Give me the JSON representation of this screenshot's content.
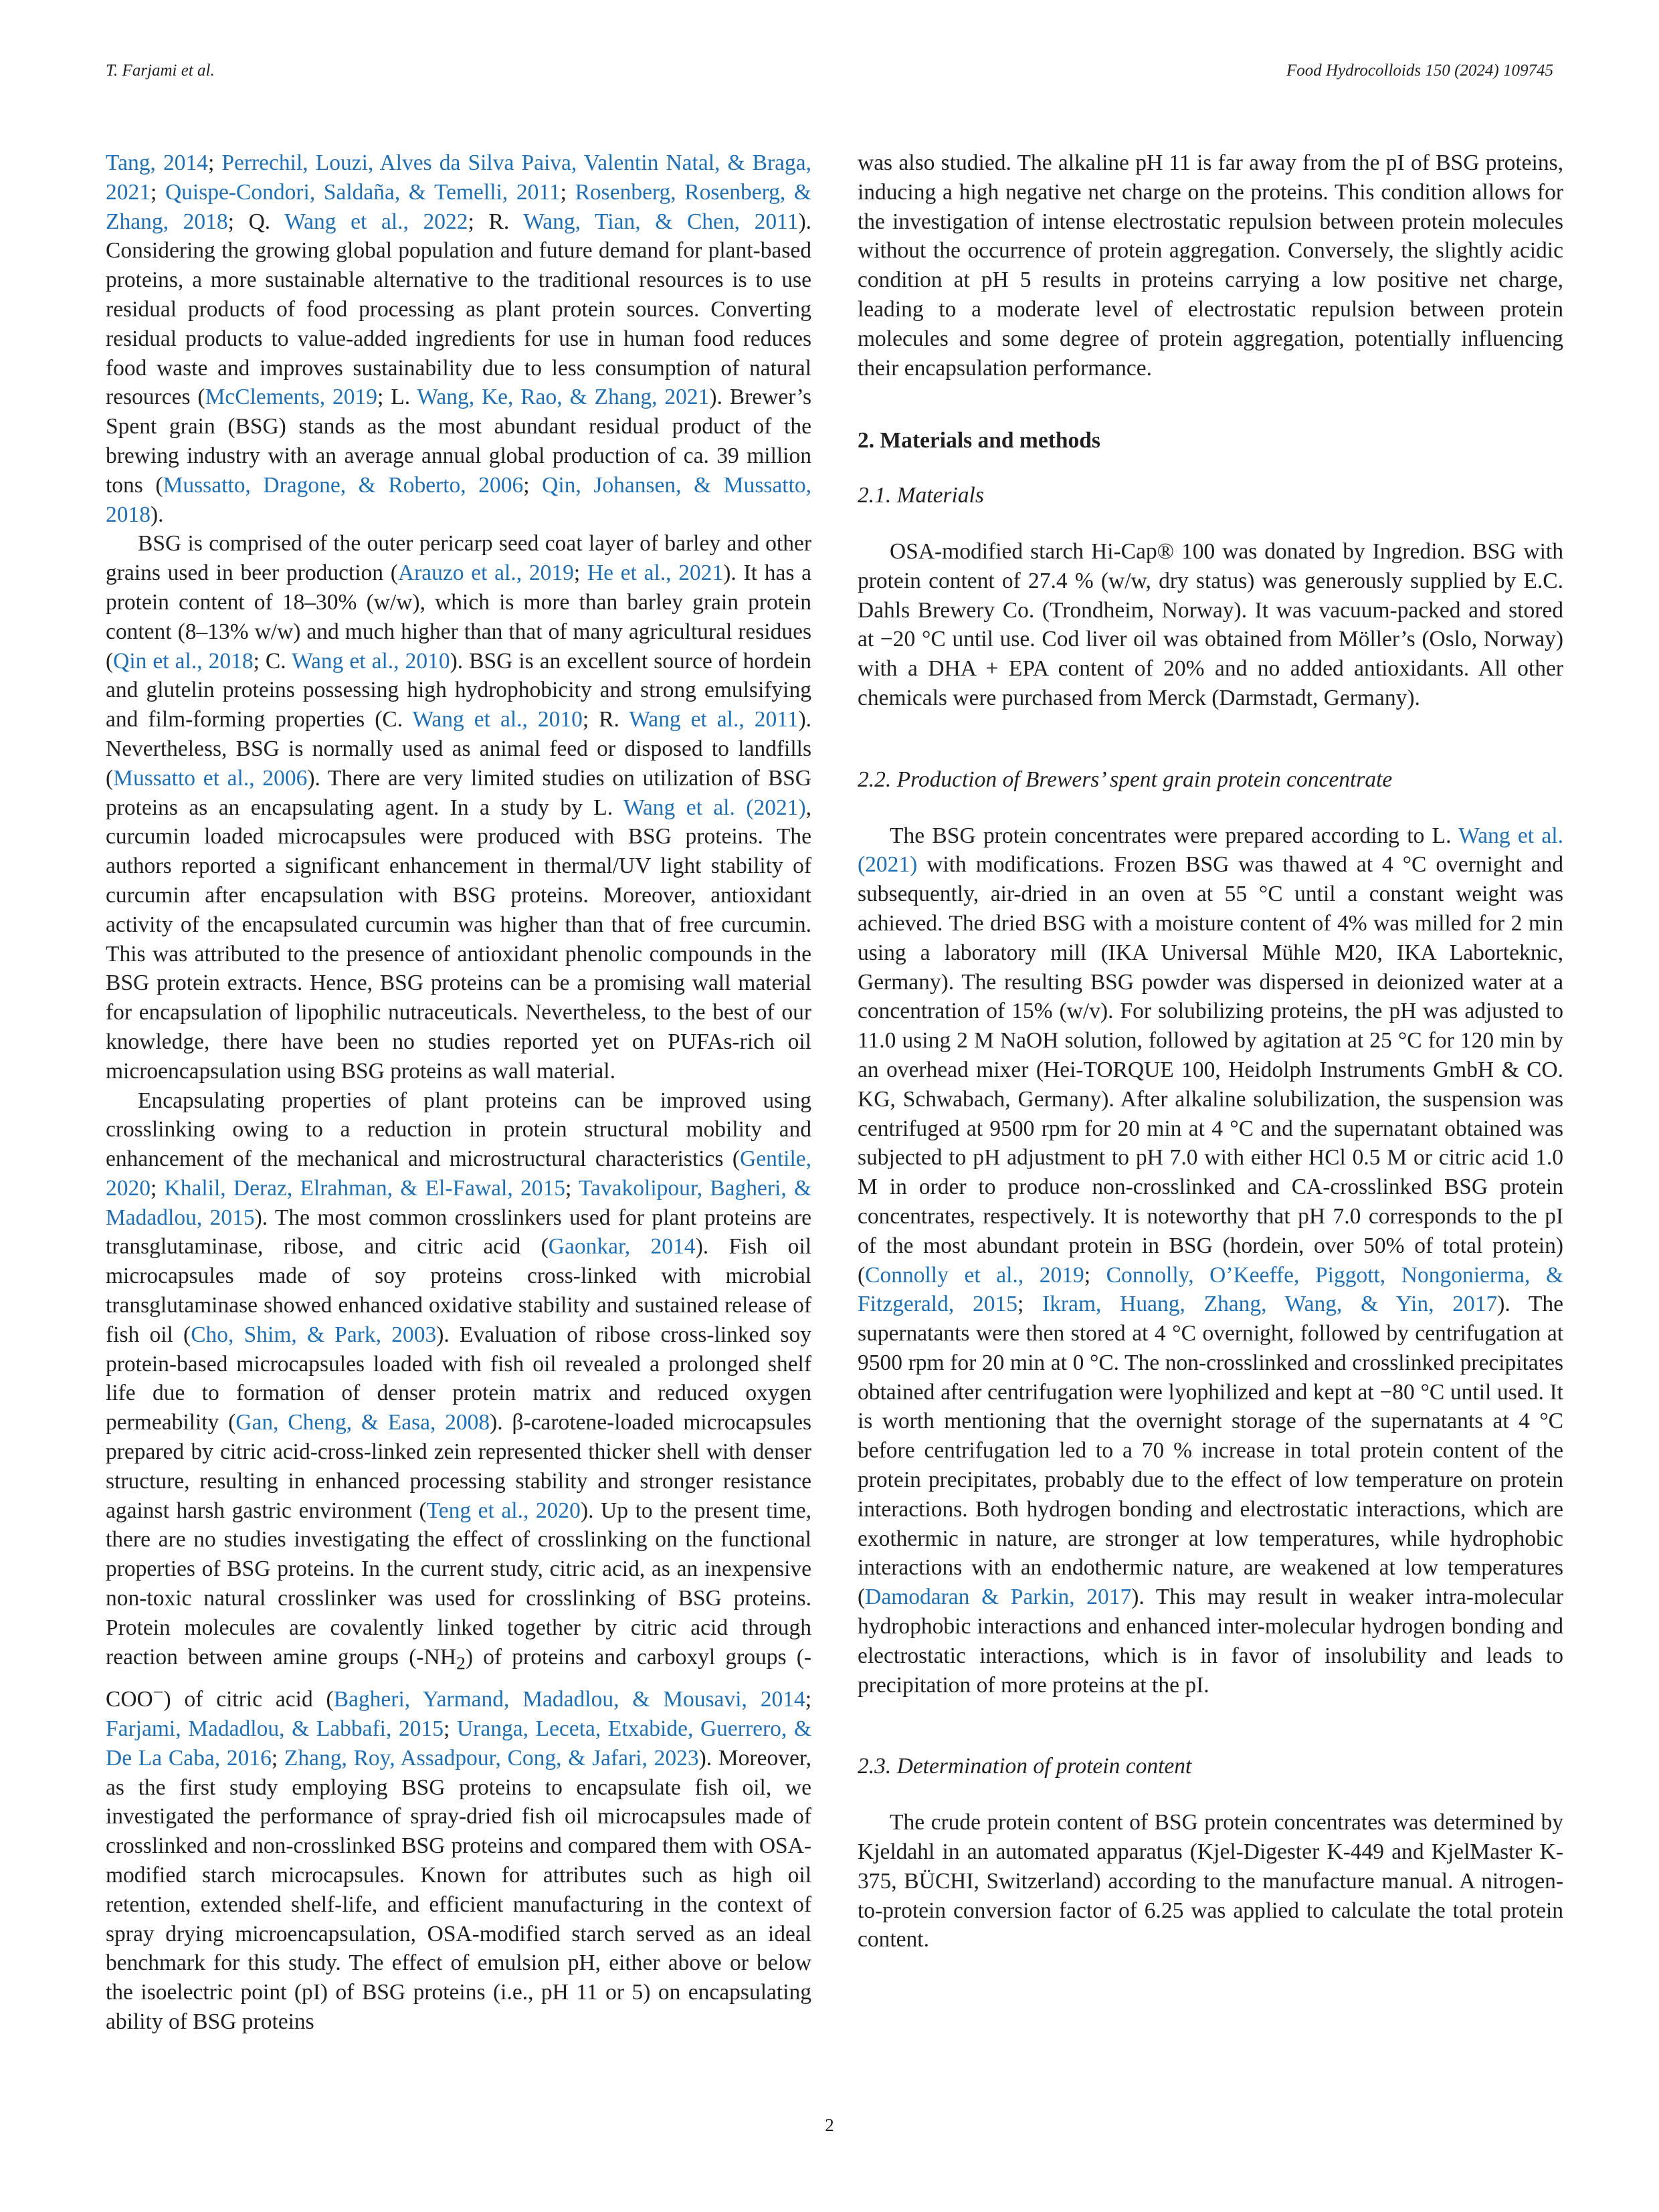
{
  "header": {
    "authors": "T. Farjami et al.",
    "journal": "Food Hydrocolloids 150 (2024) 109745"
  },
  "left": {
    "p1": [
      {
        "r": "Tang, 2014"
      },
      {
        "t": "; "
      },
      {
        "r": "Perrechil, Louzi, Alves da Silva Paiva, Valentin Natal, & Braga, 2021"
      },
      {
        "t": "; "
      },
      {
        "r": "Quispe-Condori, Saldaña, & Temelli, 2011"
      },
      {
        "t": "; "
      },
      {
        "r": "Rosenberg, Rosenberg, & Zhang, 2018"
      },
      {
        "t": "; Q. "
      },
      {
        "r": "Wang et al., 2022"
      },
      {
        "t": "; R. "
      },
      {
        "r": "Wang, Tian, & Chen, 2011"
      },
      {
        "t": "). Considering the growing global population and future demand for plant-based proteins, a more sustainable alternative to the traditional resources is to use residual products of food processing as plant protein sources. Converting residual products to value-added ingredients for use in human food reduces food waste and improves sustainability due to less consumption of natural resources ("
      },
      {
        "r": "McClements, 2019"
      },
      {
        "t": "; L. "
      },
      {
        "r": "Wang, Ke, Rao, & Zhang, 2021"
      },
      {
        "t": "). Brewer’s Spent grain (BSG) stands as the most abundant residual product of the brewing industry with an average annual global production of ca. 39 million tons ("
      },
      {
        "r": "Mussatto, Dragone, & Roberto, 2006"
      },
      {
        "t": "; "
      },
      {
        "r": "Qin, Johansen, & Mussatto, 2018"
      },
      {
        "t": ")."
      }
    ],
    "p2": [
      {
        "t": "BSG is comprised of the outer pericarp seed coat layer of barley and other grains used in beer production ("
      },
      {
        "r": "Arauzo et al., 2019"
      },
      {
        "t": "; "
      },
      {
        "r": "He et al., 2021"
      },
      {
        "t": "). It has a protein content of 18–30% (w/w), which is more than barley grain protein content (8–13% w/w) and much higher than that of many agricultural residues ("
      },
      {
        "r": "Qin et al., 2018"
      },
      {
        "t": "; C. "
      },
      {
        "r": "Wang et al., 2010"
      },
      {
        "t": "). BSG is an excellent source of hordein and glutelin proteins possessing high hydrophobicity and strong emulsifying and film-forming properties (C. "
      },
      {
        "r": "Wang et al., 2010"
      },
      {
        "t": "; R. "
      },
      {
        "r": "Wang et al., 2011"
      },
      {
        "t": "). Nevertheless, BSG is normally used as animal feed or disposed to landfills ("
      },
      {
        "r": "Mussatto et al., 2006"
      },
      {
        "t": "). There are very limited studies on utilization of BSG proteins as an encapsulating agent. In a study by L. "
      },
      {
        "r": "Wang et al. (2021)"
      },
      {
        "t": ", curcumin loaded microcapsules were produced with BSG proteins. The authors reported a significant enhancement in thermal/UV light stability of curcumin after encapsulation with BSG proteins. Moreover, antioxidant activity of the encapsulated curcumin was higher than that of free curcumin. This was attributed to the presence of antioxidant phenolic compounds in the BSG protein extracts. Hence, BSG proteins can be a promising wall material for encapsulation of lipophilic nutraceuticals. Nevertheless, to the best of our knowledge, there have been no studies reported yet on PUFAs-rich oil microencapsulation using BSG proteins as wall material."
      }
    ],
    "p3": [
      {
        "t": "Encapsulating properties of plant proteins can be improved using crosslinking owing to a reduction in protein structural mobility and enhancement of the mechanical and microstructural characteristics ("
      },
      {
        "r": "Gentile, 2020"
      },
      {
        "t": "; "
      },
      {
        "r": "Khalil, Deraz, Elrahman, & El-Fawal, 2015"
      },
      {
        "t": "; "
      },
      {
        "r": "Tavakolipour, Bagheri, & Madadlou, 2015"
      },
      {
        "t": "). The most common crosslinkers used for plant proteins are transglutaminase, ribose, and citric acid ("
      },
      {
        "r": "Gaonkar, 2014"
      },
      {
        "t": "). Fish oil microcapsules made of soy proteins cross-linked with microbial transglutaminase showed enhanced oxidative stability and sustained release of fish oil ("
      },
      {
        "r": "Cho, Shim, & Park, 2003"
      },
      {
        "t": "). Evaluation of ribose cross-linked soy protein-based microcapsules loaded with fish oil revealed a prolonged shelf life due to formation of denser protein matrix and reduced oxygen permeability ("
      },
      {
        "r": "Gan, Cheng, & Easa, 2008"
      },
      {
        "t": "). β-carotene-loaded microcapsules prepared by citric acid-cross-linked zein represented thicker shell with denser structure, resulting in enhanced processing stability and stronger resistance against harsh gastric environment ("
      },
      {
        "r": "Teng et al., 2020"
      },
      {
        "t": "). Up to the present time, there are no studies investigating the effect of crosslinking on the functional properties of BSG proteins. In the current study, citric acid, as an inexpensive non-toxic natural crosslinker was used for crosslinking of BSG proteins. Protein molecules are covalently linked together by citric acid through reaction between amine groups (-NH"
      },
      {
        "sub": "2"
      },
      {
        "t": ") of proteins and carboxyl groups (-COO"
      },
      {
        "sup": "−"
      },
      {
        "t": ") of citric acid ("
      },
      {
        "r": "Bagheri, Yarmand, Madadlou, & Mousavi, 2014"
      },
      {
        "t": "; "
      },
      {
        "r": "Farjami, Madadlou, & Labbafi, 2015"
      },
      {
        "t": "; "
      },
      {
        "r": "Uranga, Leceta, Etxabide, Guerrero, & De La Caba, 2016"
      },
      {
        "t": "; "
      },
      {
        "r": "Zhang, Roy, Assadpour, Cong, & Jafari, 2023"
      },
      {
        "t": "). Moreover, as the first study employing BSG proteins to encapsulate fish oil, we investigated the performance of spray-dried fish oil microcapsules made of crosslinked and non-crosslinked BSG proteins and compared them with OSA-modified starch microcapsules. Known for attributes such as high oil retention, extended shelf-life, and efficient manufacturing in the context of spray drying microencapsulation, OSA-modified starch served as an ideal benchmark for this study. The effect of emulsion pH, either above or below the isoelectric point (pI) of BSG proteins (i.e., pH 11 or 5) on encapsulating ability of BSG proteins"
      }
    ]
  },
  "right": {
    "p1": [
      {
        "t": "was also studied. The alkaline pH 11 is far away from the pI of BSG proteins, inducing a high negative net charge on the proteins. This condition allows for the investigation of intense electrostatic repulsion between protein molecules without the occurrence of protein aggregation. Conversely, the slightly acidic condition at pH 5 results in proteins carrying a low positive net charge, leading to a moderate level of electrostatic repulsion between protein molecules and some degree of protein aggregation, potentially influencing their encapsulation performance."
      }
    ],
    "section2": "2. Materials and methods",
    "sub21": "2.1. Materials",
    "p21": [
      {
        "t": "OSA-modified starch Hi-Cap® 100 was donated by Ingredion. BSG with protein content of 27.4 % (w/w, dry status) was generously supplied by E.C. Dahls Brewery Co. (Trondheim, Norway). It was vacuum-packed and stored at −20 °C until use. Cod liver oil was obtained from Möller’s (Oslo, Norway) with a DHA + EPA content of 20% and no added antioxidants. All other chemicals were purchased from Merck (Darmstadt, Germany)."
      }
    ],
    "sub22": "2.2. Production of Brewers’ spent grain protein concentrate",
    "p22": [
      {
        "t": "The BSG protein concentrates were prepared according to L. "
      },
      {
        "r": "Wang et al. (2021)"
      },
      {
        "t": " with modifications. Frozen BSG was thawed at 4 °C overnight and subsequently, air-dried in an oven at 55 °C until a constant weight was achieved. The dried BSG with a moisture content of 4% was milled for 2 min using a laboratory mill (IKA Universal Mühle M20, IKA Laborteknic, Germany). The resulting BSG powder was dispersed in deionized water at a concentration of 15% (w/v). For solubilizing proteins, the pH was adjusted to 11.0 using 2 M NaOH solution, followed by agitation at 25 °C for 120 min by an overhead mixer (Hei-TORQUE 100, Heidolph Instruments GmbH & CO. KG, Schwabach, Germany). After alkaline solubilization, the suspension was centrifuged at 9500 rpm for 20 min at 4 °C and the supernatant obtained was subjected to pH adjustment to pH 7.0 with either HCl 0.5 M or citric acid 1.0 M in order to produce non-crosslinked and CA-crosslinked BSG protein concentrates, respectively. It is noteworthy that pH 7.0 corresponds to the pI of the most abundant protein in BSG (hordein, over 50% of total protein) ("
      },
      {
        "r": "Connolly et al., 2019"
      },
      {
        "t": "; "
      },
      {
        "r": "Connolly, O’Keeffe, Piggott, Nongonierma, & Fitzgerald, 2015"
      },
      {
        "t": "; "
      },
      {
        "r": "Ikram, Huang, Zhang, Wang, & Yin, 2017"
      },
      {
        "t": "). The supernatants were then stored at 4 °C overnight, followed by centrifugation at 9500 rpm for 20 min at 0 °C. The non-crosslinked and crosslinked precipitates obtained after centrifugation were lyophilized and kept at −80 °C until used. It is worth mentioning that the overnight storage of the supernatants at 4 °C before centrifugation led to a 70 % increase in total protein content of the protein precipitates, probably due to the effect of low temperature on protein interactions. Both hydrogen bonding and electrostatic interactions, which are exothermic in nature, are stronger at low temperatures, while hydrophobic interactions with an endothermic nature, are weakened at low temperatures ("
      },
      {
        "r": "Damodaran & Parkin, 2017"
      },
      {
        "t": "). This may result in weaker intra-molecular hydrophobic interactions and enhanced inter-molecular hydrogen bonding and electrostatic interactions, which is in favor of insolubility and leads to precipitation of more proteins at the pI."
      }
    ],
    "sub23": "2.3. Determination of protein content",
    "p23": [
      {
        "t": "The crude protein content of BSG protein concentrates was determined by Kjeldahl in an automated apparatus (Kjel-Digester K-449 and KjelMaster K-375, BÜCHI, Switzerland) according to the manufacture manual. A nitrogen-to-protein conversion factor of 6.25 was applied to calculate the total protein content."
      }
    ]
  },
  "footer": {
    "page_number": "2"
  },
  "colors": {
    "text": "#231f20",
    "link": "#1f6fb5"
  }
}
